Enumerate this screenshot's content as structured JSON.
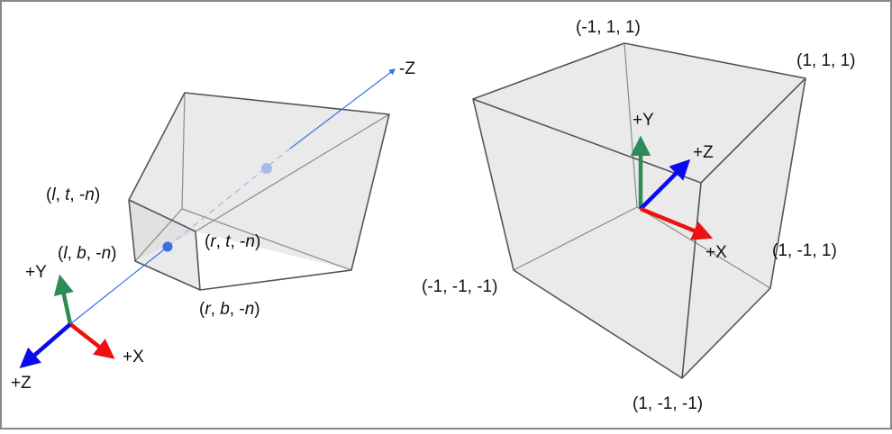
{
  "frustum": {
    "axis_z_label": "-Z",
    "corners": {
      "ltn": {
        "parts": [
          "(",
          "l",
          ", ",
          "t",
          ", -",
          "n",
          ")"
        ]
      },
      "lbn": {
        "parts": [
          "(",
          "l",
          ", ",
          "b",
          ", -",
          "n",
          ")"
        ]
      },
      "rtn": {
        "parts": [
          "(",
          "r",
          ", ",
          "t",
          ", -",
          "n",
          ")"
        ]
      },
      "rbn": {
        "parts": [
          "(",
          "r",
          ", ",
          "b",
          ", -",
          "n",
          ")"
        ]
      }
    },
    "axes": {
      "y": "+Y",
      "x": "+X",
      "z": "+Z"
    }
  },
  "cube": {
    "corners": {
      "tl": "(-1, 1, 1)",
      "tr": "(1, 1, 1)",
      "mr": "(1, -1, 1)",
      "ml": "(-1, -1, -1)",
      "br": "(1, -1, -1)"
    },
    "axes": {
      "y": "+Y",
      "z": "+Z",
      "x": "+X"
    }
  },
  "colors": {
    "frame": "#888888",
    "axis_x": "#ee1111",
    "axis_y": "#2e8b57",
    "axis_z": "#0a0aee",
    "view_ray": "#3a6fe8",
    "view_ray_dashed": "#9fb6f0",
    "edge": "#555555",
    "face": "#d9d9d9"
  }
}
